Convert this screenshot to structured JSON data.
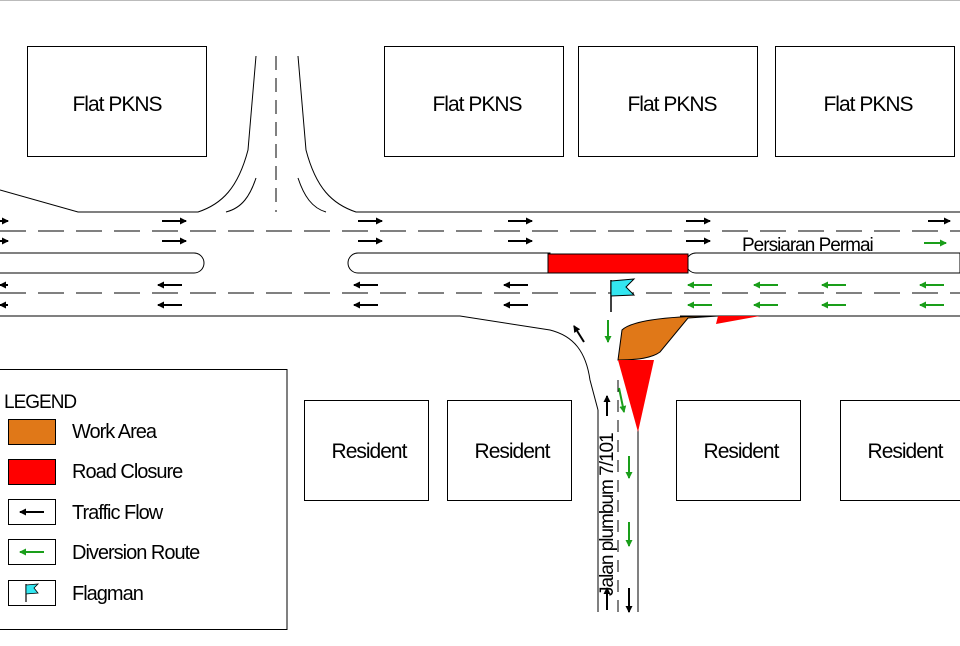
{
  "buildings": {
    "flats": [
      "Flat PKNS",
      "Flat PKNS",
      "Flat PKNS",
      "Flat PKNS"
    ],
    "residents": [
      "Resident",
      "Resident",
      "Resident",
      "Resident"
    ]
  },
  "roads": {
    "main": "Persiaran Permai",
    "side": "Jalan plumbum 7/101"
  },
  "legend": {
    "title": "LEGEND",
    "items": [
      {
        "label": "Work Area",
        "symbol": "work-area",
        "color": "#e07818"
      },
      {
        "label": "Road Closure",
        "symbol": "road-closure",
        "color": "#ff0000"
      },
      {
        "label": "Traffic Flow",
        "symbol": "traffic-flow-arrow",
        "color": "#000000"
      },
      {
        "label": "Diversion Route",
        "symbol": "diversion-arrow",
        "color": "#1a9e1a"
      },
      {
        "label": "Flagman",
        "symbol": "flag",
        "color": "#33e6f0"
      }
    ]
  },
  "colors": {
    "work_area": "#e07818",
    "road_closure": "#ff0000",
    "traffic": "#000000",
    "diversion": "#1a9e1a",
    "flag": "#33e6f0"
  }
}
